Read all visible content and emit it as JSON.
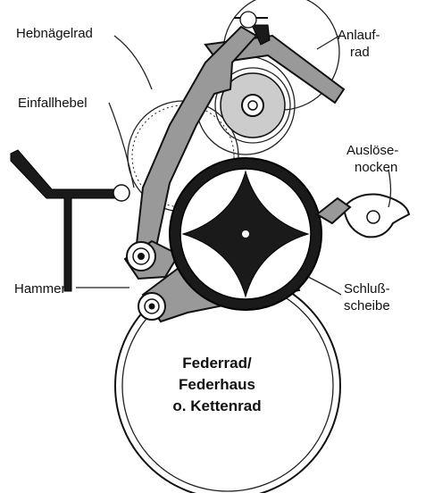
{
  "labels": {
    "hebnaegelrad": "Hebnägelrad",
    "anlaufrad_1": "Anlauf-",
    "anlaufrad_2": "rad",
    "einfallhebel": "Einfallhebel",
    "ausloese_1": "Auslöse-",
    "ausloese_2": "nocken",
    "hammer": "Hammer",
    "schluss_1": "Schluß-",
    "schluss_2": "scheibe",
    "federrad_1": "Federrad/",
    "federrad_2": "Federhaus",
    "federrad_3": "o. Kettenrad"
  }
}
